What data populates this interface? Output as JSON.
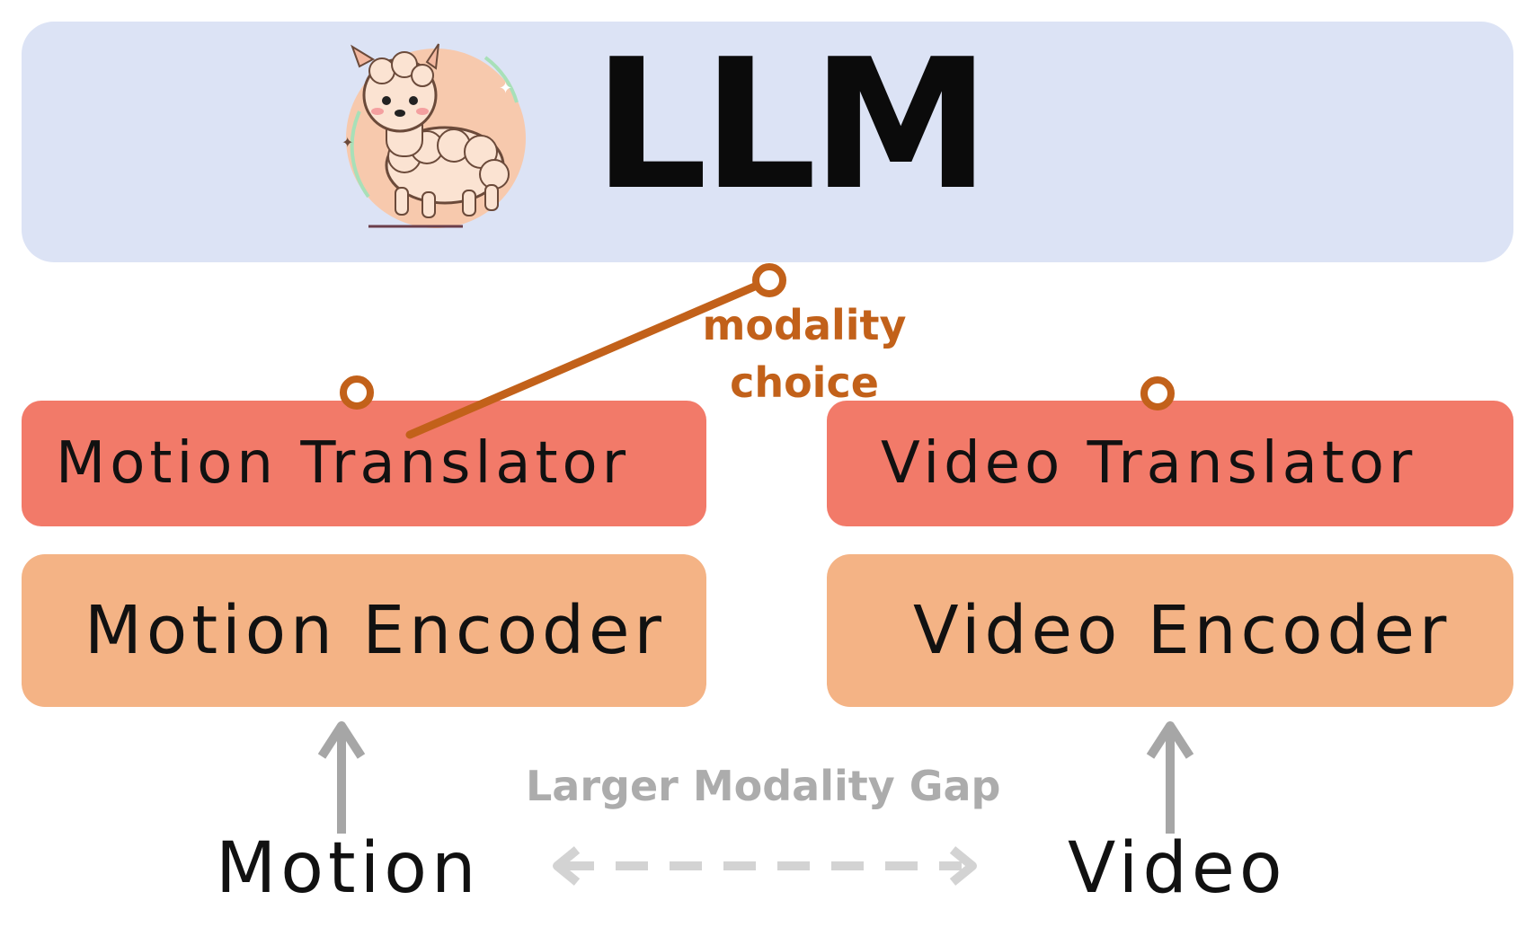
{
  "llm": {
    "title": "LLM"
  },
  "selector": {
    "label_line1": "modality",
    "label_line2": "choice"
  },
  "motion": {
    "translator_label": "Motion Translator",
    "encoder_label": "Motion Encoder",
    "input_label": "Motion"
  },
  "video": {
    "translator_label": "Video Translator",
    "encoder_label": "Video Encoder",
    "input_label": "Video"
  },
  "gap": {
    "label": "Larger Modality Gap"
  },
  "colors": {
    "llm_bg": "#dce3f5",
    "translator_bg": "#f27a69",
    "encoder_bg": "#f4b385",
    "selector": "#c2611a",
    "arrow_gray": "#a6a6a6",
    "gap_gray": "#d3d3d3"
  },
  "icons": {
    "mascot": "llama-mascot-icon"
  }
}
